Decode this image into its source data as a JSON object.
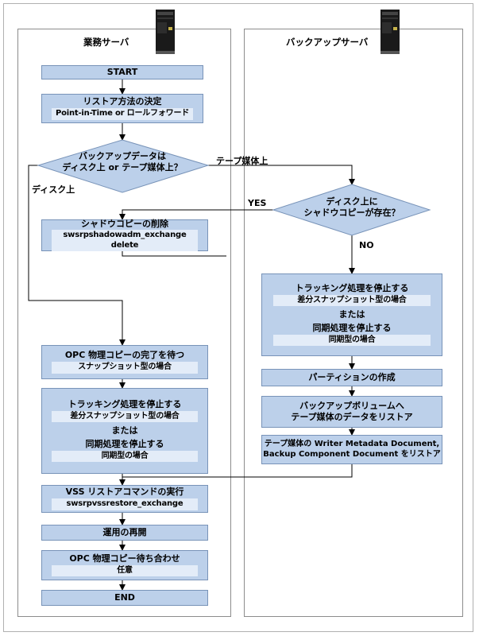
{
  "lanes": {
    "left": "業務サーバ",
    "right": "バックアップサーバ"
  },
  "left": {
    "start": "START",
    "decide": {
      "title": "リストア方法の決定",
      "sub": "Point-in-Time or ロールフォワード"
    },
    "dec1": {
      "line1": "バックアップデータは",
      "line2": "ディスク上 or テープ媒体上？"
    },
    "shadow_del": {
      "title": "シャドウコピーの削除",
      "sub": "swsrpshadowadm_exchange delete"
    },
    "opc_wait": {
      "title": "OPC 物理コピーの完了を待つ",
      "sub": "スナップショット型の場合"
    },
    "stop": {
      "title": "トラッキング処理を停止する",
      "sub1": "差分スナップショット型の場合",
      "or": "または",
      "title2": "同期処理を停止する",
      "sub2": "同期型の場合"
    },
    "vss": {
      "title": "VSS リストアコマンドの実行",
      "sub": "swsrpvssrestore_exchange"
    },
    "resume": "運用の再開",
    "opc_sync": {
      "title": "OPC 物理コピー待ち合わせ",
      "sub": "任意"
    },
    "end": "END"
  },
  "right": {
    "dec2": {
      "line1": "ディスク上に",
      "line2": "シャドウコピーが存在？"
    },
    "stop": {
      "title": "トラッキング処理を停止する",
      "sub1": "差分スナップショット型の場合",
      "or": "または",
      "title2": "同期処理を停止する",
      "sub2": "同期型の場合"
    },
    "partition": "パーティションの作成",
    "restore_vol": {
      "line1": "バックアップボリュームへ",
      "line2": "テープ媒体のデータをリストア"
    },
    "restore_doc": {
      "line1": "テープ媒体の Writer Metadata Document,",
      "line2": "Backup Component Document をリストア"
    }
  },
  "edge_labels": {
    "tape": "テープ媒体上",
    "disk": "ディスク上",
    "yes": "YES",
    "no": "NO"
  },
  "colors": {
    "box_fill": "#bcd0ea",
    "sub_fill": "#e3ecf8",
    "border": "#7893b8",
    "server": "#1a1a1a"
  }
}
